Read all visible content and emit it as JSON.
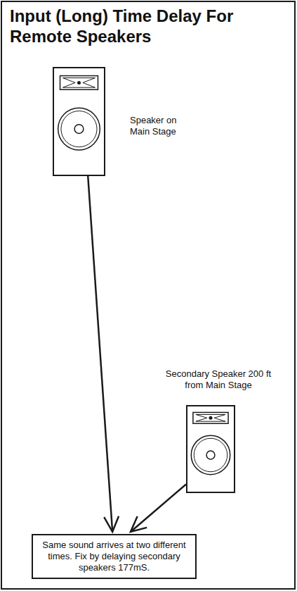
{
  "diagram": {
    "title": "Input (Long) Time Delay For Remote Speakers",
    "nodes": [
      {
        "text": [
          "Speaker on Main Stage"
        ]
      },
      {
        "text": [
          "Secondary Speaker 200 ft from Main Stage"
        ]
      },
      {
        "text": [
          "Same sound arrives at two different times. Fix by delaying secondary speakers 177mS."
        ]
      }
    ],
    "edges": [
      {
        "from": 0,
        "to": 2,
        "arrow": "to"
      },
      {
        "from": 1,
        "to": 2,
        "arrow": "to"
      }
    ]
  }
}
